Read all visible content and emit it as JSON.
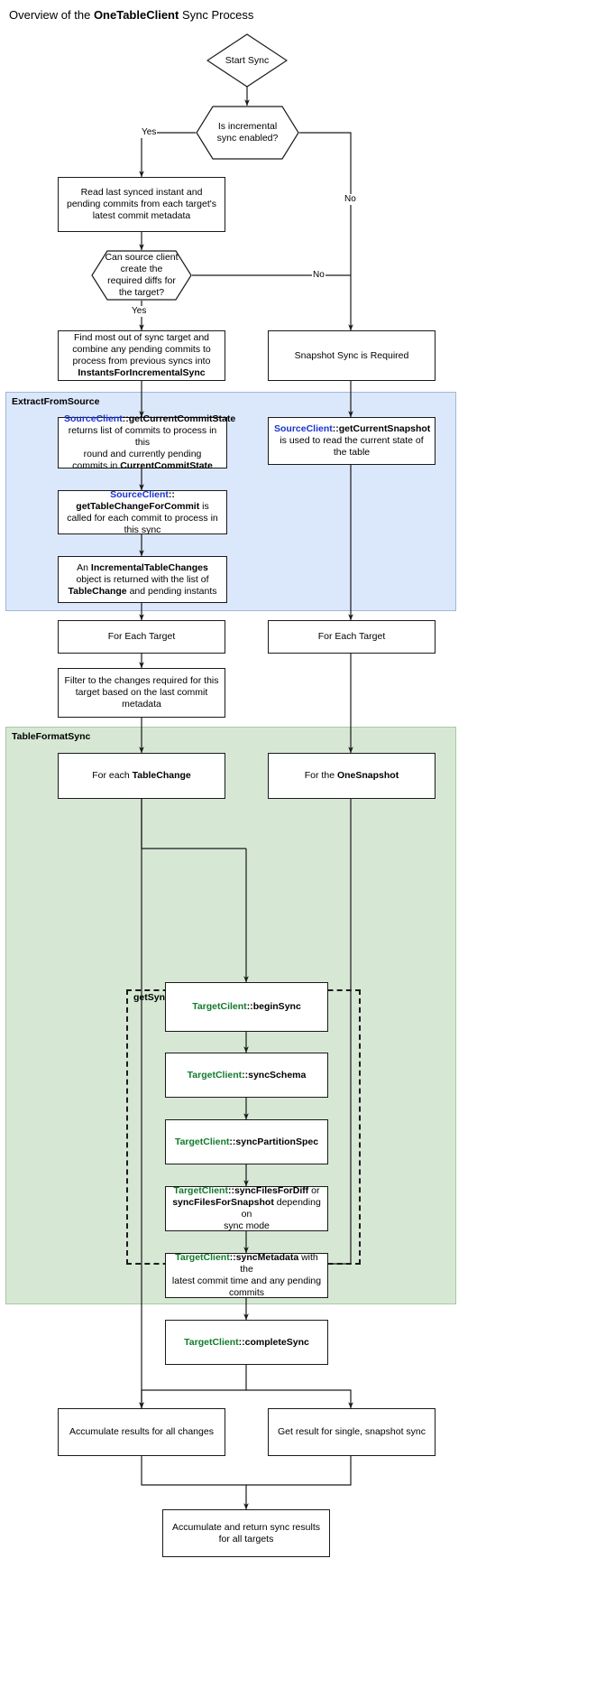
{
  "diagram": {
    "title_prefix": "Overview of the ",
    "title_bold": "OneTableClient",
    "title_suffix": " Sync Process",
    "colors": {
      "extract_fill": "#dbe8fb",
      "tableformat_fill": "#d6e8d4",
      "source_client_text": "#1a33cc",
      "target_client_text": "#117a2b",
      "node_stroke": "#1a1a1a",
      "node_fill": "#ffffff"
    }
  },
  "subgraphs": {
    "extract": {
      "label": "ExtractFromSource"
    },
    "tableformat": {
      "label": "TableFormatSync"
    },
    "getsyncresult": {
      "label": "getSyncResult"
    }
  },
  "nodes": {
    "start": {
      "label": "Start Sync"
    },
    "is_incremental": {
      "label": "Is incremental sync enabled?"
    },
    "read_last_synced": {
      "label": "Read last synced instant and pending commits from each target's latest commit metadata"
    },
    "can_create_diffs": {
      "label": "Can source client create the required diffs for the target?"
    },
    "find_most_out_of_sync": {
      "line1": "Find most out of sync target and",
      "line2": "combine any pending commits to",
      "line3": "process from previous syncs into",
      "bold": "InstantsForIncrementalSync"
    },
    "snapshot_required": {
      "label": "Snapshot Sync is Required"
    },
    "get_current_commit_state": {
      "prefix": "SourceClient",
      "sep": "::",
      "method": "getCurrentCommitState",
      "body_line1": "returns list of commits to process in this",
      "body_line2": "round and currently pending",
      "body_line3_pre": "commits in ",
      "body_line3_bold": "CurrentCommitState"
    },
    "get_current_snapshot": {
      "prefix": "SourceClient",
      "sep": "::",
      "method": "getCurrentSnapshot",
      "body": " is used to read the current state of the table"
    },
    "get_table_change_for_commit": {
      "prefix": "SourceClient",
      "sep": "::",
      "method": "getTableChangeForCommit",
      "body": " is called for each commit to process in this sync"
    },
    "incremental_table_changes": {
      "pre": "An ",
      "bold1": "IncrementalTableChanges",
      "mid": " object is returned with the list of ",
      "bold2": "TableChange",
      "post": " and pending instants"
    },
    "for_each_target_left": {
      "label": "For Each Target"
    },
    "for_each_target_right": {
      "label": "For Each Target"
    },
    "filter_changes": {
      "label": "Filter to the changes required for this target based on the last commit metadata"
    },
    "for_each_table_change": {
      "pre": "For each ",
      "bold": "TableChange"
    },
    "for_the_one_snapshot": {
      "pre": "For the ",
      "bold": "OneSnapshot"
    },
    "begin_sync": {
      "prefix": "TargetCilent",
      "sep": "::",
      "method": "beginSync"
    },
    "sync_schema": {
      "prefix": "TargetClient",
      "sep": "::",
      "method": "syncSchema"
    },
    "sync_partition_spec": {
      "prefix": "TargetClient",
      "sep": "::",
      "method": "syncPartitionSpec"
    },
    "sync_files": {
      "prefix": "TargetClient",
      "sep": "::",
      "method": "syncFilesForDiff",
      "or": " or",
      "alt_bold": "syncFilesForSnapshot",
      "alt_rest": " depending on",
      "tail": "sync mode"
    },
    "sync_metadata": {
      "prefix": "TargetClient",
      "sep": "::",
      "method": "syncMetadata",
      "body_line1": " with the",
      "body_line2": "latest commit time and any pending",
      "body_line3": "commits"
    },
    "complete_sync": {
      "prefix": "TargetClient",
      "sep": "::",
      "method": "completeSync"
    },
    "accumulate_results": {
      "label": "Accumulate results for all changes"
    },
    "get_result_single": {
      "label": "Get result for single, snapshot sync"
    },
    "accumulate_return": {
      "label": "Accumulate and return sync results for all targets"
    }
  },
  "edge_labels": {
    "incremental_yes": "Yes",
    "incremental_no": "No",
    "diffs_yes": "Yes",
    "diffs_no": "No"
  }
}
